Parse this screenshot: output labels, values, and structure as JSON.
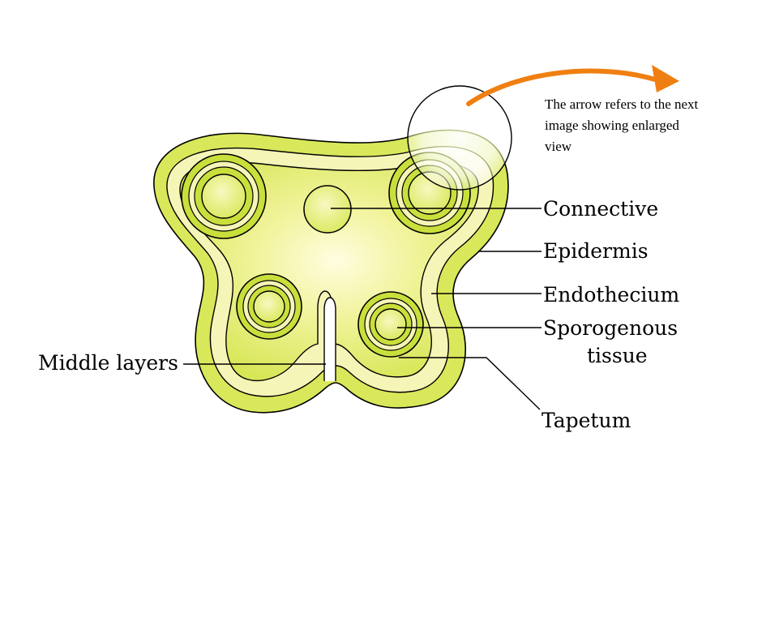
{
  "note_lines": [
    "The arrow refers to the next",
    "image showing enlarged",
    "view"
  ],
  "labels": {
    "connective": "Connective",
    "epidermis": "Epidermis",
    "endothecium": "Endothecium",
    "sporogenous_line1": "Sporogenous",
    "sporogenous_line2": "tissue",
    "middle_layers": "Middle layers",
    "tapetum": "Tapetum"
  },
  "colors": {
    "epidermis_fill": "#d9e85a",
    "endothecium_fill": "#f6f5b8",
    "tapetum_fill": "#c9df3c",
    "sporogenous_fill": "#e9f28a",
    "arrow": "#f07f12"
  }
}
